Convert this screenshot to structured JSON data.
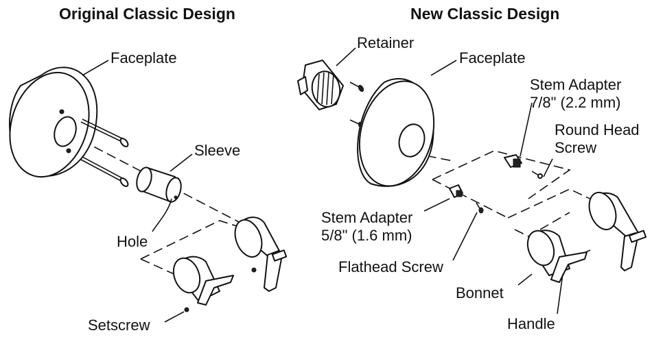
{
  "titles": {
    "original": "Original Classic Design",
    "new": "New Classic Design"
  },
  "original_labels": {
    "faceplate": "Faceplate",
    "sleeve": "Sleeve",
    "hole": "Hole",
    "setscrew": "Setscrew"
  },
  "new_labels": {
    "retainer": "Retainer",
    "faceplate": "Faceplate",
    "stem_adapter_large_1": "Stem Adapter",
    "stem_adapter_large_2": "7/8\" (2.2 mm)",
    "round_head_screw_1": "Round Head",
    "round_head_screw_2": "Screw",
    "stem_adapter_small_1": "Stem Adapter",
    "stem_adapter_small_2": "5/8\" (1.6 mm)",
    "flathead_screw": "Flathead Screw",
    "bonnet": "Bonnet",
    "handle": "Handle"
  }
}
